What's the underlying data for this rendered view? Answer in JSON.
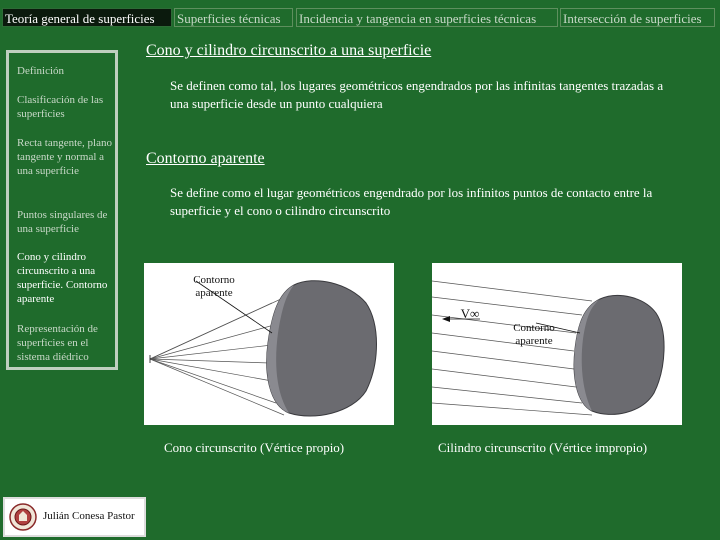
{
  "tabs": [
    {
      "label": "Teoría general de superficies",
      "active": true
    },
    {
      "label": "Superficies técnicas",
      "active": false
    },
    {
      "label": "Incidencia y tangencia en superficies técnicas",
      "active": false
    },
    {
      "label": "Intersección de superficies",
      "active": false
    }
  ],
  "sidebar": {
    "items": [
      {
        "label": "Definición"
      },
      {
        "label": "Clasificación de las superficies"
      },
      {
        "label": "Recta tangente, plano tangente y normal a una superficie"
      },
      {
        "label": "Puntos singulares de una superficie"
      },
      {
        "label": "Cono y cilindro circunscrito a una superficie. Contorno aparente",
        "active": true
      },
      {
        "label": "Representación de superficies en el sistema diédrico"
      }
    ]
  },
  "main": {
    "heading1": "Cono y cilindro circunscrito a una superficie",
    "para1": "Se definen como tal, los lugares geométricos engendrados por las infinitas tangentes trazadas a una superficie desde un punto cualquiera",
    "heading2": "Contorno aparente",
    "para2": "Se define como el lugar geométricos engendrado por los infinitos puntos de contacto entre la superficie y el cono o cilindro circunscrito"
  },
  "figures": {
    "left": {
      "label": "Contorno aparente",
      "caption": "Cono circunscrito (Vértice propio)"
    },
    "right": {
      "vertex_label": "V∞",
      "label": "Contorno aparente",
      "caption": "Cilindro circunscrito (Vértice impropio)"
    }
  },
  "author": {
    "name": "Julián Conesa Pastor"
  }
}
